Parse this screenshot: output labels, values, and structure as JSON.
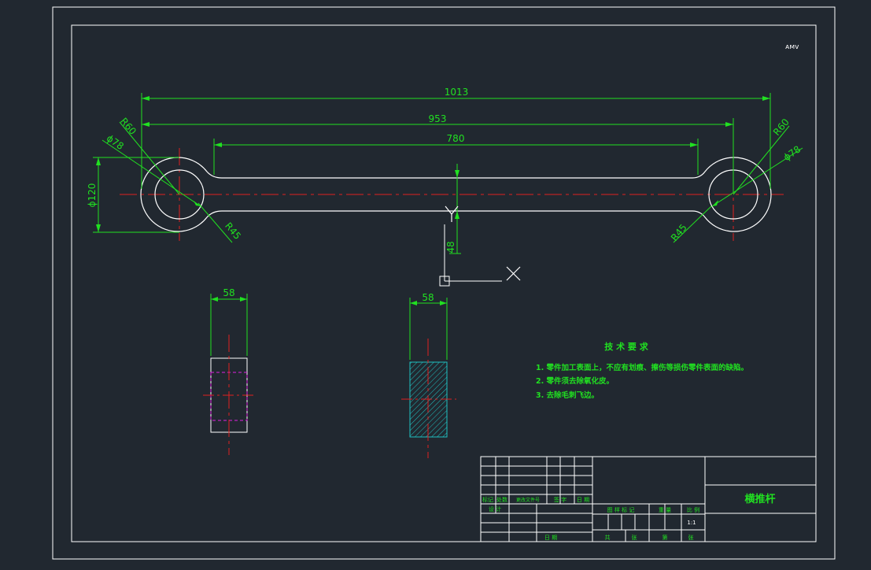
{
  "corner_mark": "ᴀᴍᴠ",
  "dimensions": {
    "total_length": "1013",
    "center_distance": "953",
    "straight_length": "780",
    "left_outer_radius": "R60",
    "left_hole_dia": "ϕ78",
    "left_outer_dia": "ϕ120",
    "left_fillet": "R45",
    "right_outer_radius": "R60",
    "right_hole_dia": "ϕ78",
    "right_fillet": "R45",
    "web_height": "48",
    "side_view_width": "58",
    "section_width": "58"
  },
  "tech_requirements": {
    "title": "技 术 要 求",
    "items": [
      "1. 零件加工表面上，不应有划痕、擦伤等损伤零件表面的缺陷。",
      "2. 零件须去除氧化皮。",
      "3. 去除毛刺飞边。"
    ]
  },
  "title_block": {
    "part_name": "横推杆",
    "row_labels": [
      "标记",
      "处数",
      "更改文件号",
      "签 字",
      "日 期"
    ],
    "designer_label": "设 计",
    "stage_headers": [
      "图 样 标 记",
      "重 量",
      "比 例"
    ],
    "scale": "1:1",
    "bottom_labels": [
      "日 期",
      "共",
      "张",
      "第",
      "张"
    ]
  },
  "colors": {
    "background": "#212830",
    "outline": "#ffffff",
    "dimension": "#21e021",
    "centerline": "#e02020",
    "hidden": "#e020e0",
    "hatch": "#20c0c0"
  }
}
